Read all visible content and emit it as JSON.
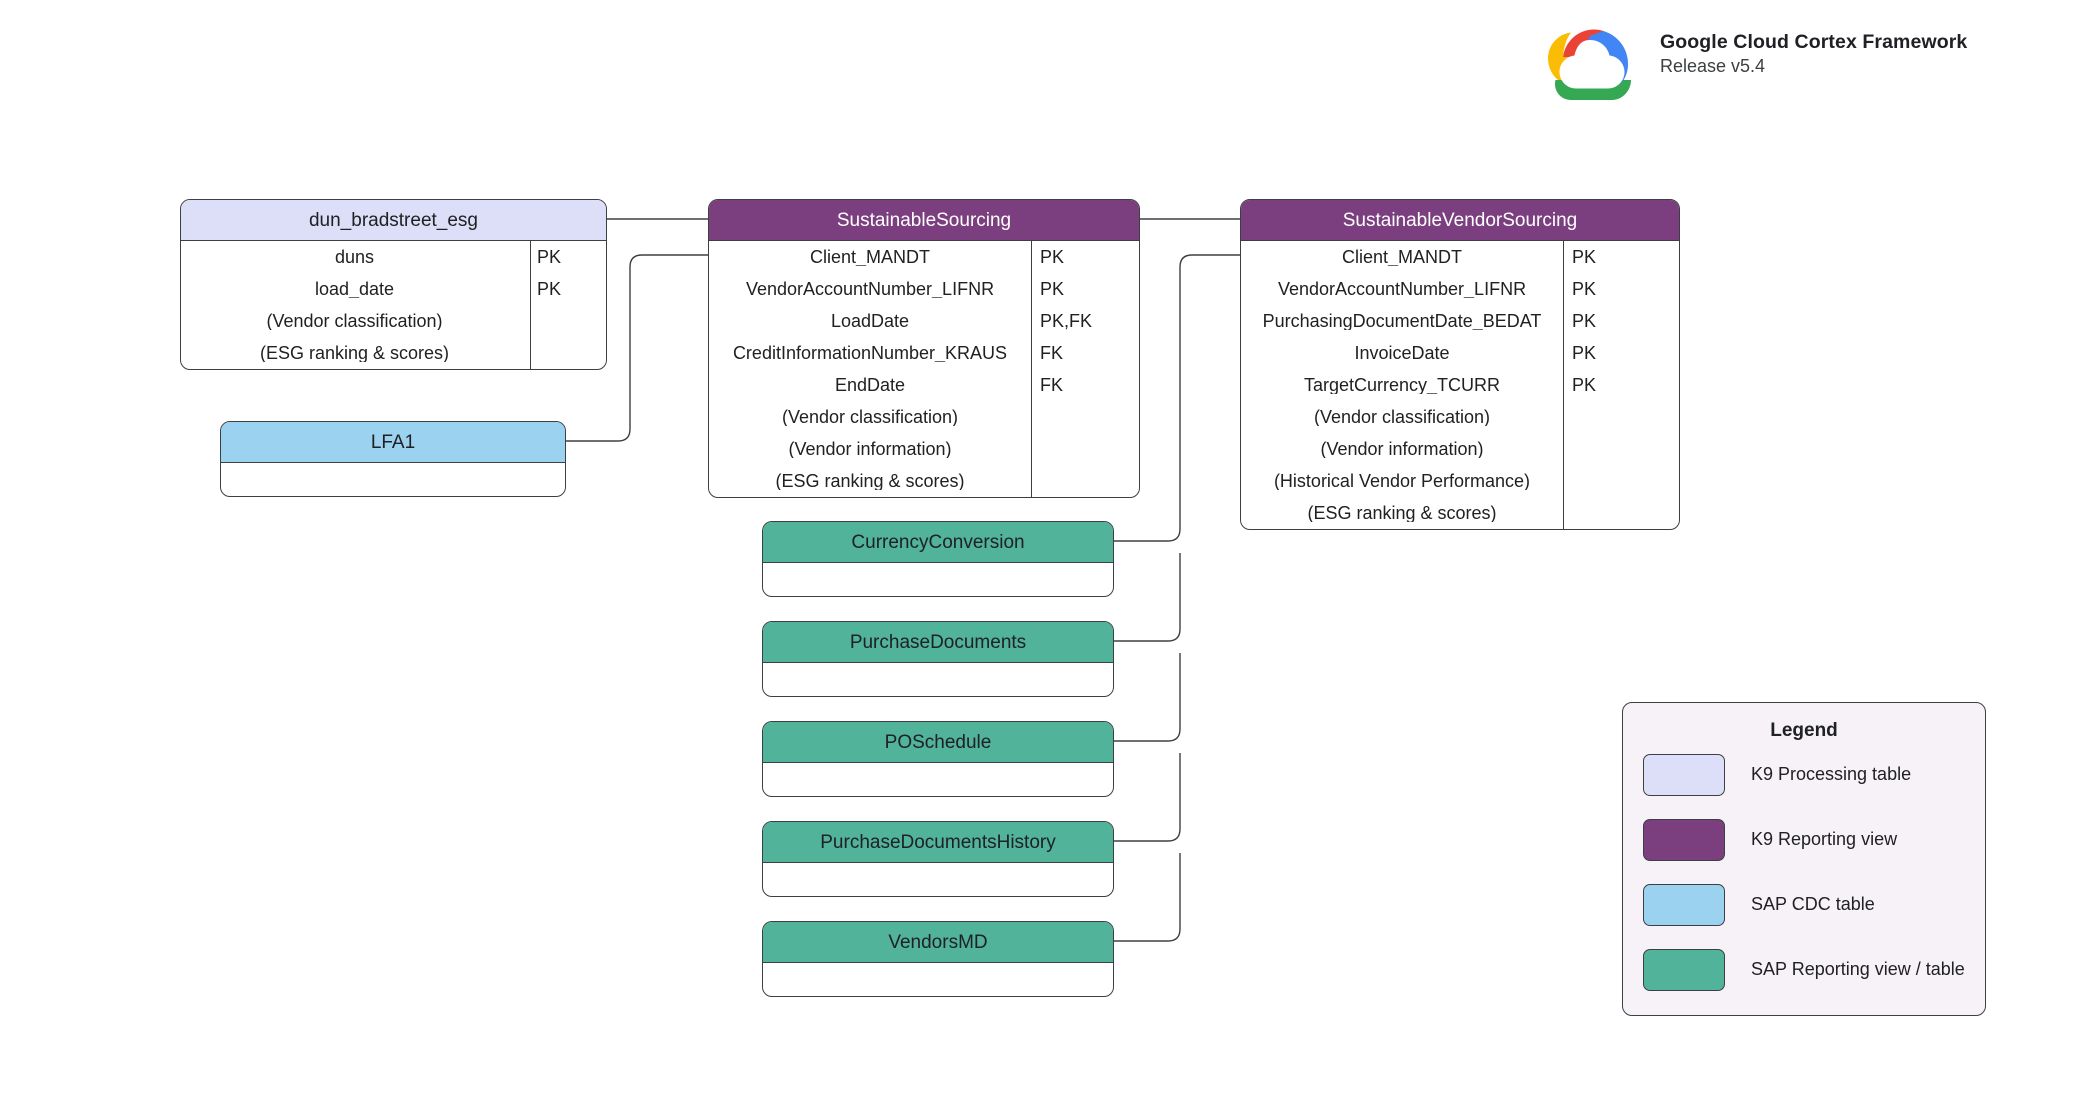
{
  "brand": {
    "logo_icon": "google-cloud-logo",
    "title": "Google Cloud Cortex Framework",
    "release": "Release v5.4"
  },
  "diagram": {
    "type": "entity-relationship-diagram",
    "entities": [
      {
        "id": "dun_bradstreet_esg",
        "name": "dun_bradstreet_esg",
        "category": "K9 Processing table",
        "color": "#dddef8",
        "fields": [
          {
            "field": "duns",
            "key": "PK"
          },
          {
            "field": "load_date",
            "key": "PK"
          },
          {
            "field": "(Vendor classification)",
            "key": ""
          },
          {
            "field": "(ESG ranking & scores)",
            "key": ""
          }
        ]
      },
      {
        "id": "LFA1",
        "name": "LFA1",
        "category": "SAP CDC table",
        "color": "#9ad2f0",
        "fields": []
      },
      {
        "id": "SustainableSourcing",
        "name": "SustainableSourcing",
        "category": "K9 Reporting view",
        "color": "#7b3f7f",
        "fields": [
          {
            "field": "Client_MANDT",
            "key": "PK"
          },
          {
            "field": "VendorAccountNumber_LIFNR",
            "key": "PK"
          },
          {
            "field": "LoadDate",
            "key": "PK,FK"
          },
          {
            "field": "CreditInformationNumber_KRAUS",
            "key": "FK"
          },
          {
            "field": "EndDate",
            "key": "FK"
          },
          {
            "field": "(Vendor classification)",
            "key": ""
          },
          {
            "field": "(Vendor information)",
            "key": ""
          },
          {
            "field": "(ESG ranking & scores)",
            "key": ""
          }
        ]
      },
      {
        "id": "SustainableVendorSourcing",
        "name": "SustainableVendorSourcing",
        "category": "K9 Reporting view",
        "color": "#7b3f7f",
        "fields": [
          {
            "field": "Client_MANDT",
            "key": "PK"
          },
          {
            "field": "VendorAccountNumber_LIFNR",
            "key": "PK"
          },
          {
            "field": "PurchasingDocumentDate_BEDAT",
            "key": "PK"
          },
          {
            "field": "InvoiceDate",
            "key": "PK"
          },
          {
            "field": "TargetCurrency_TCURR",
            "key": "PK"
          },
          {
            "field": "(Vendor classification)",
            "key": ""
          },
          {
            "field": "(Vendor information)",
            "key": ""
          },
          {
            "field": "(Historical Vendor Performance)",
            "key": ""
          },
          {
            "field": "(ESG ranking & scores)",
            "key": ""
          }
        ]
      },
      {
        "id": "CurrencyConversion",
        "name": "CurrencyConversion",
        "category": "SAP Reporting view / table",
        "color": "#50b39a",
        "fields": []
      },
      {
        "id": "PurchaseDocuments",
        "name": "PurchaseDocuments",
        "category": "SAP Reporting view / table",
        "color": "#50b39a",
        "fields": []
      },
      {
        "id": "POSchedule",
        "name": "POSchedule",
        "category": "SAP Reporting view / table",
        "color": "#50b39a",
        "fields": []
      },
      {
        "id": "PurchaseDocumentsHistory",
        "name": "PurchaseDocumentsHistory",
        "category": "SAP Reporting view / table",
        "color": "#50b39a",
        "fields": []
      },
      {
        "id": "VendorsMD",
        "name": "VendorsMD",
        "category": "SAP Reporting view / table",
        "color": "#50b39a",
        "fields": []
      }
    ],
    "relationships": [
      {
        "from": "dun_bradstreet_esg",
        "to": "SustainableSourcing"
      },
      {
        "from": "LFA1",
        "to": "SustainableSourcing"
      },
      {
        "from": "SustainableSourcing",
        "to": "SustainableVendorSourcing"
      },
      {
        "from": "CurrencyConversion",
        "to": "SustainableVendorSourcing"
      },
      {
        "from": "PurchaseDocuments",
        "to": "SustainableVendorSourcing"
      },
      {
        "from": "POSchedule",
        "to": "SustainableVendorSourcing"
      },
      {
        "from": "PurchaseDocumentsHistory",
        "to": "SustainableVendorSourcing"
      },
      {
        "from": "VendorsMD",
        "to": "SustainableVendorSourcing"
      }
    ]
  },
  "legend": {
    "title": "Legend",
    "items": [
      {
        "label": "K9 Processing table",
        "color": "#dddef8"
      },
      {
        "label": "K9 Reporting view",
        "color": "#7b3f7f"
      },
      {
        "label": "SAP CDC table",
        "color": "#9ad2f0"
      },
      {
        "label": "SAP Reporting view / table",
        "color": "#50b39a"
      }
    ]
  }
}
